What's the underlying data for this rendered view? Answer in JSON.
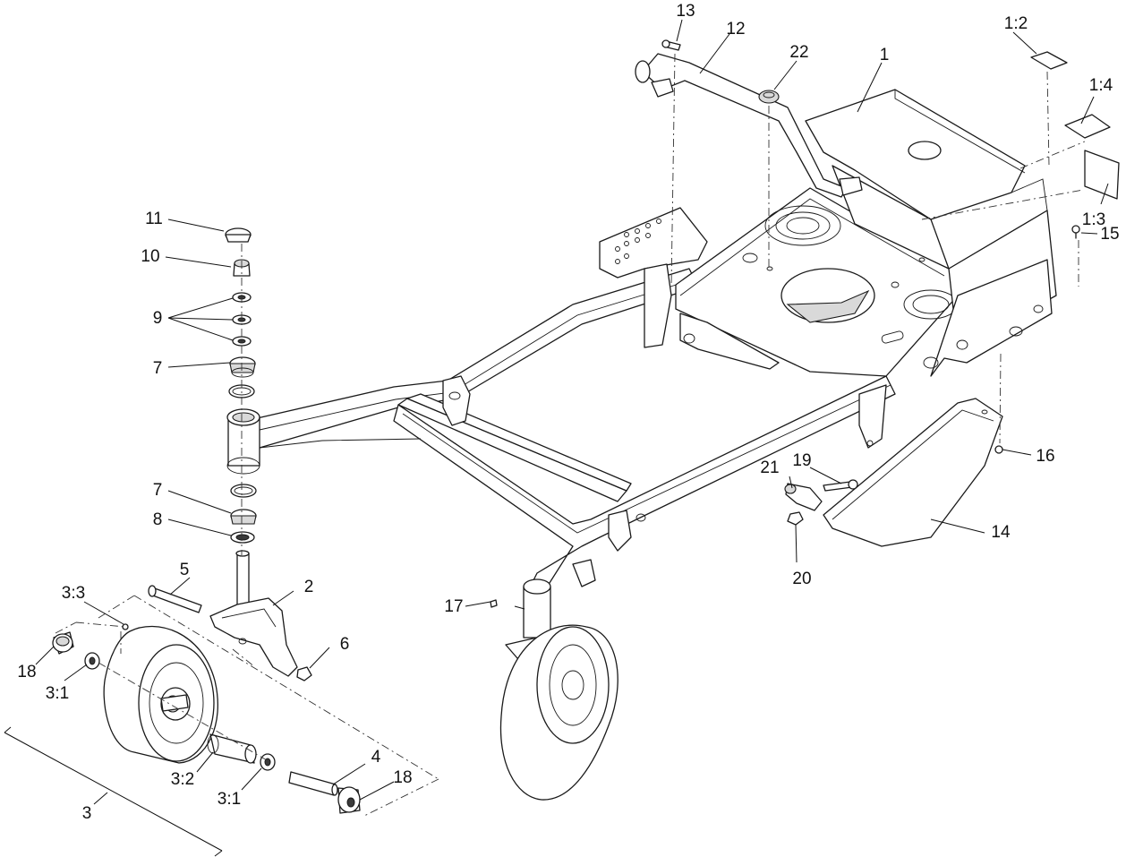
{
  "callouts": {
    "c1": "1",
    "c1_2": "1:2",
    "c1_3": "1:3",
    "c1_4": "1:4",
    "c2": "2",
    "c3": "3",
    "c3_1a": "3:1",
    "c3_1b": "3:1",
    "c3_2": "3:2",
    "c3_3": "3:3",
    "c4": "4",
    "c5": "5",
    "c6": "6",
    "c7a": "7",
    "c7b": "7",
    "c8": "8",
    "c9": "9",
    "c10": "10",
    "c11": "11",
    "c12": "12",
    "c13": "13",
    "c14": "14",
    "c15": "15",
    "c16": "16",
    "c17": "17",
    "c18a": "18",
    "c18b": "18",
    "c19": "19",
    "c20": "20",
    "c21": "21",
    "c22": "22"
  }
}
